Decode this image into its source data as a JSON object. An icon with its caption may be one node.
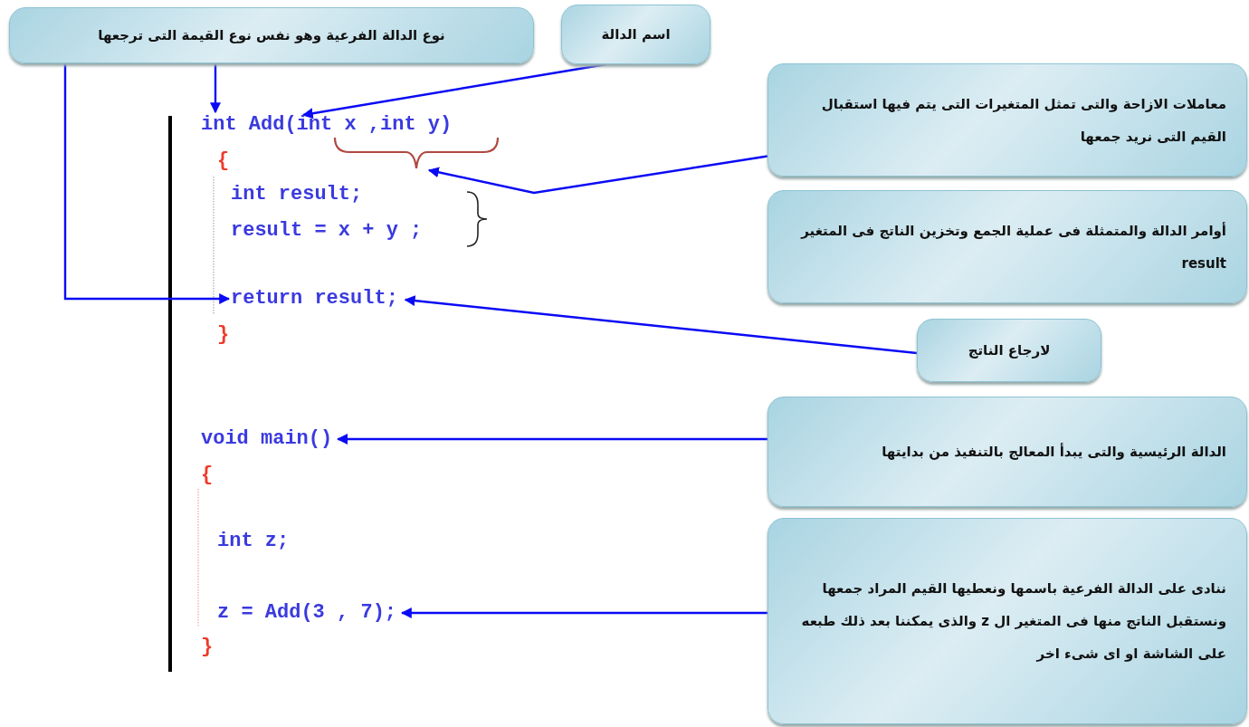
{
  "diagram": {
    "nodes": [
      {
        "text": [
          "نوع الدالة الفرعية وهو نفس نوع القيمة التى ترجعها"
        ]
      },
      {
        "text": [
          "اسم الدالة"
        ]
      },
      {
        "text": [
          "معاملات الازاحة والتى تمثل المتغيرات التى يتم فيها استقبال القيم التى نريد جمعها"
        ]
      },
      {
        "text": [
          "أوامر الدالة والمتمثلة فى عملية الجمع وتخزين الناتج فى المتغير result"
        ]
      },
      {
        "text": [
          "لارجاع الناتج"
        ]
      },
      {
        "text": [
          "الدالة الرئيسية والتى يبدأ المعالج بالتنفيذ من بدايتها"
        ]
      },
      {
        "text": [
          "ننادى على الدالة الفرعية باسمها ونعطيها القيم المراد جمعها ونستقبل الناتج منها فى المتغير ال z والذى يمكننا بعد ذلك طبعه على الشاشة او اى شىء اخر"
        ]
      },
      {
        "text": [
          "int Add(int x ,int y)"
        ]
      },
      {
        "text": [],
        "shape": "brace"
      },
      {
        "text": [
          "return result;"
        ]
      },
      {
        "text": [
          "void main()"
        ]
      },
      {
        "text": [
          "z = Add(3 , 7);"
        ]
      }
    ],
    "edges": [
      {
        "from": 0,
        "to": 7,
        "arrow": "to"
      },
      {
        "from": 0,
        "to": 9,
        "arrow": "to"
      },
      {
        "from": 1,
        "to": 7,
        "arrow": "to"
      },
      {
        "from": 2,
        "to": 8,
        "arrow": "to"
      },
      {
        "from": 4,
        "to": 9,
        "arrow": "to"
      },
      {
        "from": 5,
        "to": 10,
        "arrow": "to"
      },
      {
        "from": 6,
        "to": 11,
        "arrow": "to"
      }
    ],
    "labels": [
      "{",
      "int result;",
      "result = x + y ;",
      "}",
      "{",
      "int z;",
      "}"
    ]
  }
}
